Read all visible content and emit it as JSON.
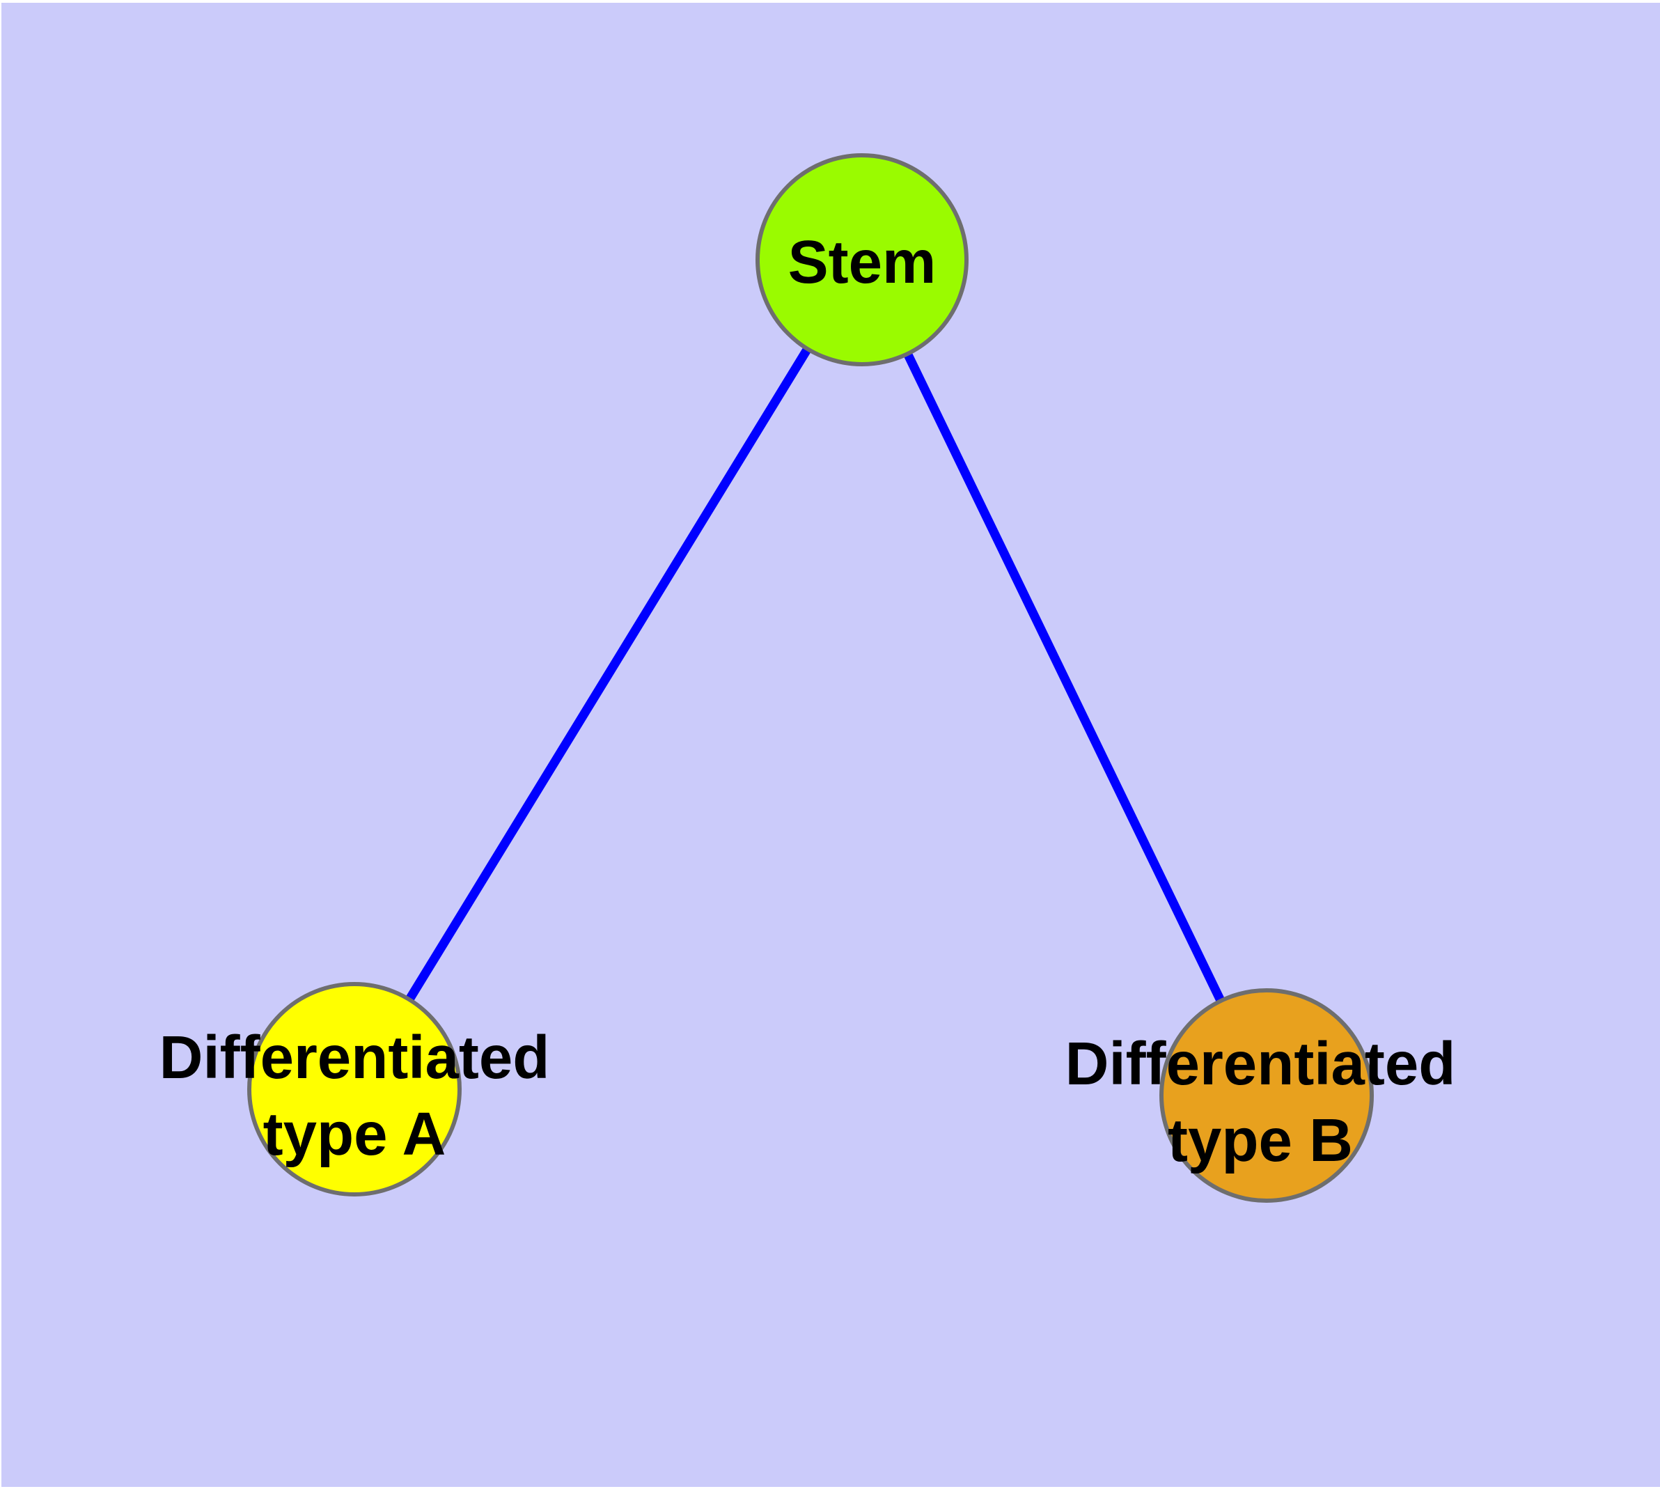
{
  "diagram": {
    "title": "",
    "background_color": "#cbcbfa",
    "margin_color": "#ffffff",
    "edge_color": "#0000ff",
    "node_border_color": "#6e6e6e",
    "label_color": "#000000",
    "nodes": [
      {
        "id": "stem",
        "label": "Stem",
        "label_lines": [
          "Stem"
        ],
        "fill": "#9afb00"
      },
      {
        "id": "differentiated-type-a",
        "label": "Differentiated type A",
        "label_lines": [
          "Differentiated",
          "type A"
        ],
        "fill": "#ffff00"
      },
      {
        "id": "differentiated-type-b",
        "label": "Differentiated type B",
        "label_lines": [
          "Differentiated",
          "type B"
        ],
        "fill": "#e8a11e"
      }
    ],
    "edges": [
      {
        "from": "stem",
        "to": "differentiated-type-a"
      },
      {
        "from": "stem",
        "to": "differentiated-type-b"
      }
    ]
  }
}
